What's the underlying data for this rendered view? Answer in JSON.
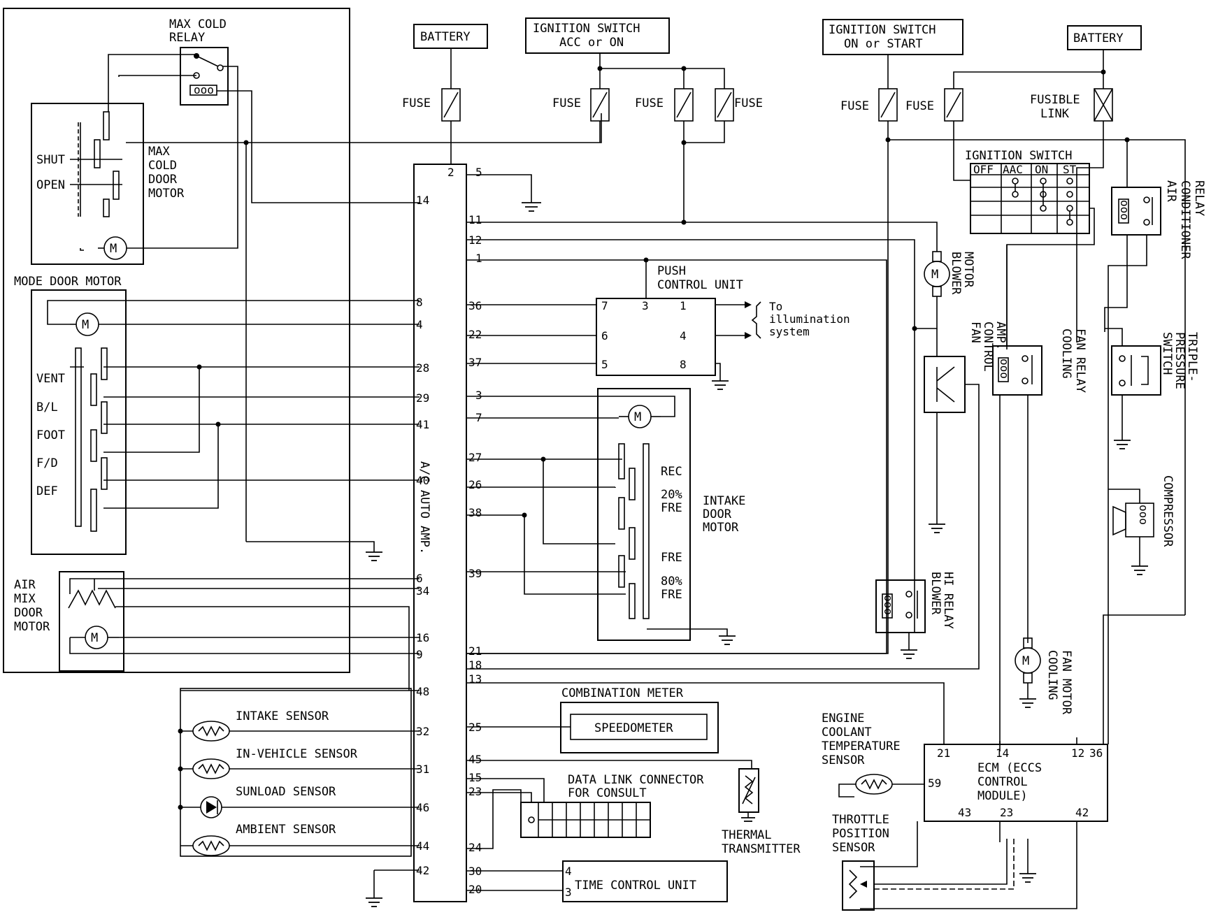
{
  "power": {
    "battery_left": "BATTERY",
    "battery_right": "BATTERY",
    "ign_acc": [
      "IGNITION SWITCH",
      "ACC or ON"
    ],
    "ign_start": [
      "IGNITION SWITCH",
      "ON or START"
    ],
    "fuse": "FUSE",
    "fusible_link": [
      "FUSIBLE",
      "LINK"
    ]
  },
  "left_components": {
    "max_cold_relay": [
      "MAX COLD",
      "RELAY"
    ],
    "max_cold_door_motor": [
      "MAX",
      "COLD",
      "DOOR",
      "MOTOR"
    ],
    "shut": "SHUT",
    "open": "OPEN",
    "mode_door_motor": "MODE DOOR MOTOR",
    "mode_positions": [
      "VENT",
      "B/L",
      "FOOT",
      "F/D",
      "DEF"
    ],
    "air_mix_door_motor": [
      "AIR",
      "MIX",
      "DOOR",
      "MOTOR"
    ],
    "motor_symbol": "M"
  },
  "sensors": [
    "INTAKE SENSOR",
    "IN-VEHICLE SENSOR",
    "SUNLOAD SENSOR",
    "AMBIENT SENSOR"
  ],
  "amp": {
    "label": "A/C AUTO AMP.",
    "top_pins": [
      "2",
      "5"
    ],
    "left_pins": [
      "14",
      "8",
      "4",
      "28",
      "29",
      "41",
      "40",
      "6",
      "34",
      "16",
      "9",
      "48",
      "32",
      "31",
      "46",
      "44",
      "42"
    ],
    "right_pins": [
      "11",
      "12",
      "1",
      "36",
      "22",
      "37",
      "3",
      "7",
      "27",
      "26",
      "38",
      "39",
      "21",
      "18",
      "13",
      "25",
      "45",
      "15",
      "23",
      "24",
      "30",
      "20"
    ]
  },
  "push_control_unit": {
    "label": [
      "PUSH",
      "CONTROL UNIT"
    ],
    "pins": [
      "7",
      "3",
      "1",
      "6",
      "4",
      "5",
      "8"
    ],
    "note": [
      "To",
      "illumination",
      "system"
    ]
  },
  "intake_door_motor": {
    "label": [
      "INTAKE",
      "DOOR",
      "MOTOR"
    ],
    "positions": [
      "REC",
      "20%",
      "FRE",
      "FRE",
      "80%",
      "FRE"
    ]
  },
  "combination_meter": "COMBINATION METER",
  "speedometer": "SPEEDOMETER",
  "data_link": [
    "DATA LINK CONNECTOR",
    "FOR CONSULT"
  ],
  "thermal_transmitter": [
    "THERMAL",
    "TRANSMITTER"
  ],
  "time_control_unit": {
    "label": "TIME CONTROL UNIT",
    "pins": [
      "4",
      "3"
    ]
  },
  "right_components": {
    "blower_motor": [
      "BLOWER",
      "MOTOR"
    ],
    "fan_control_amp": [
      "FAN",
      "CONTROL",
      "AMP."
    ],
    "blower_hi_relay": [
      "BLOWER",
      "HI RELAY"
    ],
    "ignition_switch": "IGNITION SWITCH",
    "ign_columns": [
      "OFF",
      "AAC",
      "ON",
      "ST"
    ],
    "ac_relay": [
      "AIR",
      "CONDITIONER",
      "RELAY"
    ],
    "cooling_fan_relay": [
      "COOLING",
      "FAN RELAY"
    ],
    "triple_pressure_switch": [
      "TRIPLE-",
      "PRESSURE",
      "SWITCH"
    ],
    "compressor": "COMPRESSOR",
    "cooling_fan_motor": [
      "COOLING",
      "FAN MOTOR"
    ],
    "engine_coolant_sensor": [
      "ENGINE",
      "COOLANT",
      "TEMPERATURE",
      "SENSOR"
    ],
    "throttle_sensor": [
      "THROTTLE",
      "POSITION",
      "SENSOR"
    ]
  },
  "ecm": {
    "label": [
      "ECM (ECCS",
      "CONTROL",
      "MODULE)"
    ],
    "pins": [
      "21",
      "14",
      "12",
      "36",
      "59",
      "43",
      "23",
      "42"
    ]
  }
}
